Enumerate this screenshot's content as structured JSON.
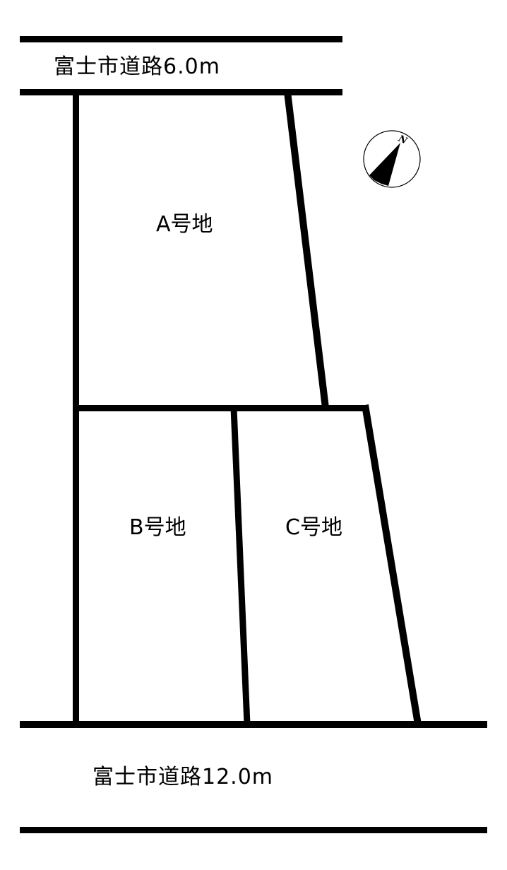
{
  "roads": {
    "north": {
      "label": "富士市道路6.0m"
    },
    "south": {
      "label": "富士市道路12.0m"
    }
  },
  "lots": [
    {
      "id": "A",
      "label": "A号地"
    },
    {
      "id": "B",
      "label": "B号地"
    },
    {
      "id": "C",
      "label": "C号地"
    }
  ],
  "compass": {
    "icon": "north-arrow-icon",
    "letter": "N"
  },
  "colors": {
    "line": "#000000",
    "background": "#ffffff"
  }
}
